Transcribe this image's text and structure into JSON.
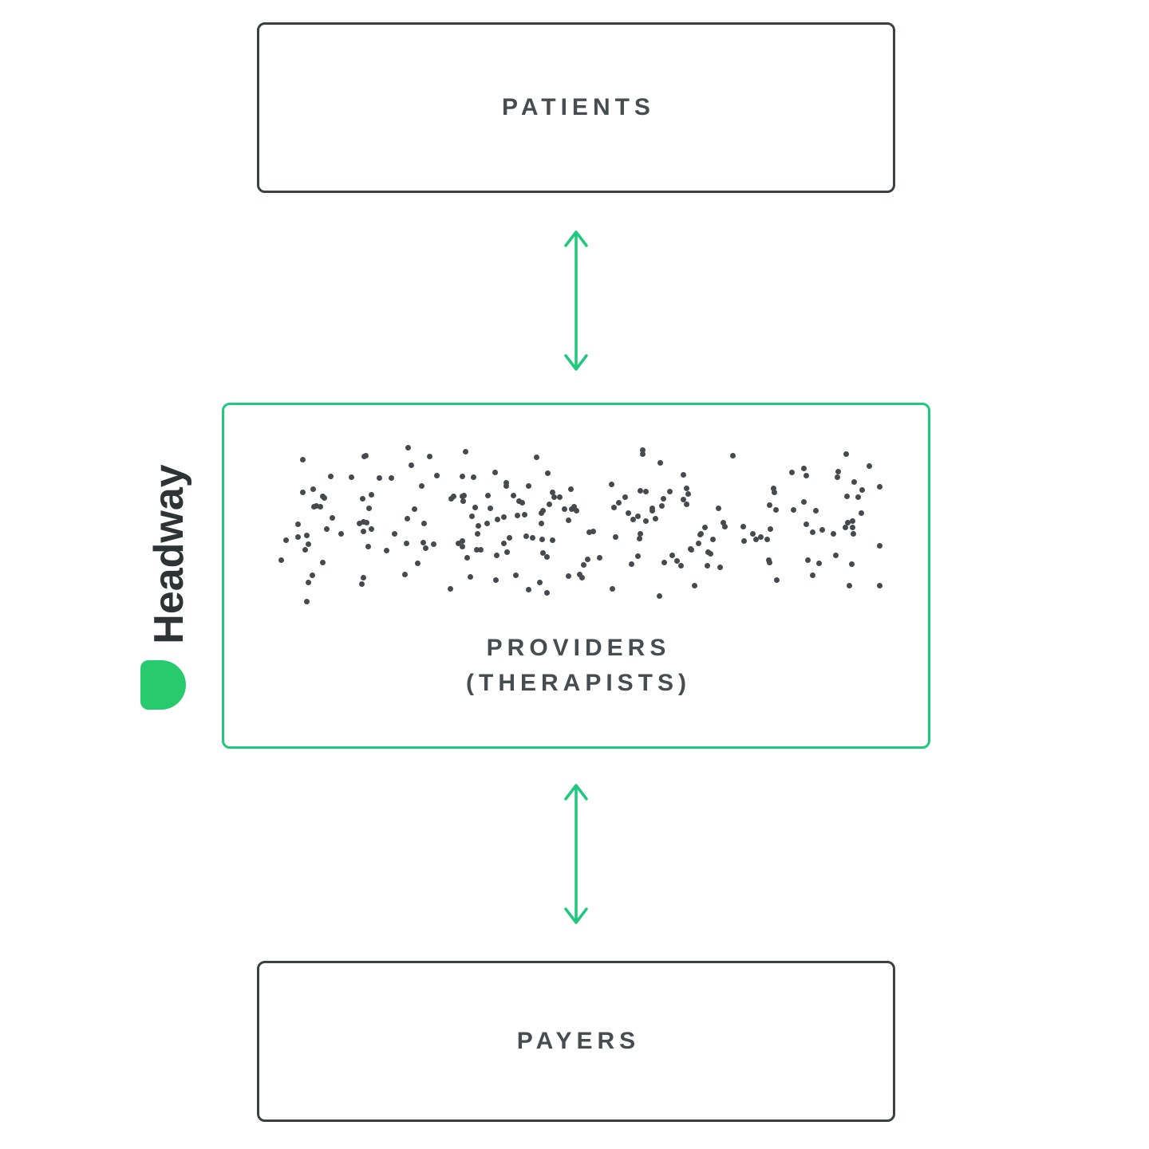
{
  "accent": "#1ec87c",
  "logo_green": "#27ca6c",
  "boxes": {
    "patients": {
      "label": "PATIENTS"
    },
    "providers": {
      "label_line1": "PROVIDERS",
      "label_line2": "(THERAPISTS)"
    },
    "payers": {
      "label": "PAYERS"
    }
  },
  "logo": {
    "text": "Headway"
  },
  "dots": {
    "count": 225,
    "seed": 12,
    "color": "#46494d",
    "size": 7
  }
}
